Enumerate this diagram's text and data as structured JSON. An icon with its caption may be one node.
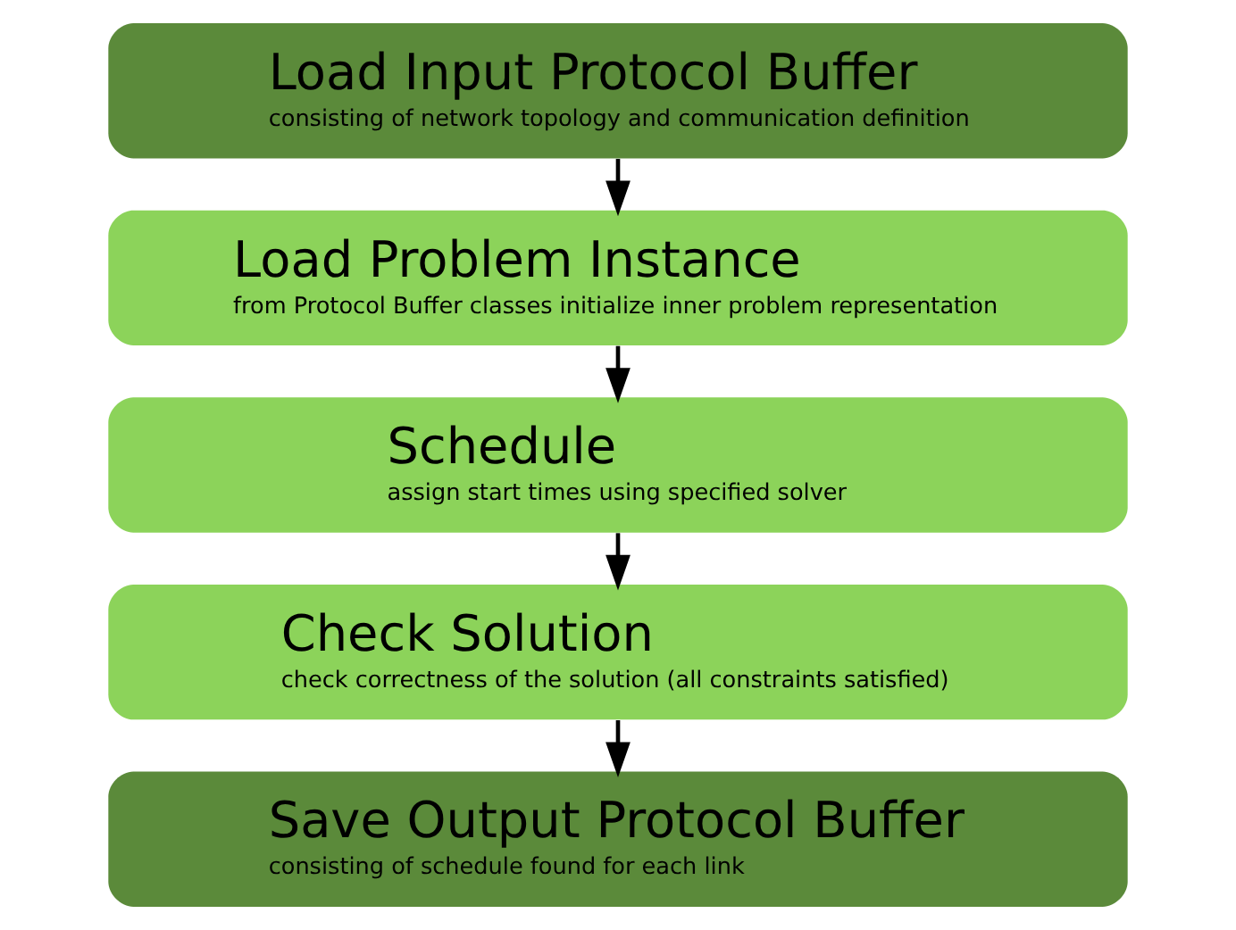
{
  "diagram": {
    "nodes": [
      {
        "text": [
          "Load Input Protocol Buffer",
          "consisting of network topology and communication definition"
        ]
      },
      {
        "text": [
          "Load Problem Instance",
          "from Protocol Buffer classes initialize inner problem representation"
        ]
      },
      {
        "text": [
          "Schedule",
          "assign start times using specified solver"
        ]
      },
      {
        "text": [
          "Check Solution",
          "check correctness of the solution (all constraints satisfied)"
        ]
      },
      {
        "text": [
          "Save Output Protocol Buffer",
          "consisting of schedule found for each link"
        ]
      }
    ],
    "edges": [
      {
        "from": 0,
        "to": 1,
        "arrow": "to"
      },
      {
        "from": 1,
        "to": 2,
        "arrow": "to"
      },
      {
        "from": 2,
        "to": 3,
        "arrow": "to"
      },
      {
        "from": 3,
        "to": 4,
        "arrow": "to"
      }
    ]
  }
}
